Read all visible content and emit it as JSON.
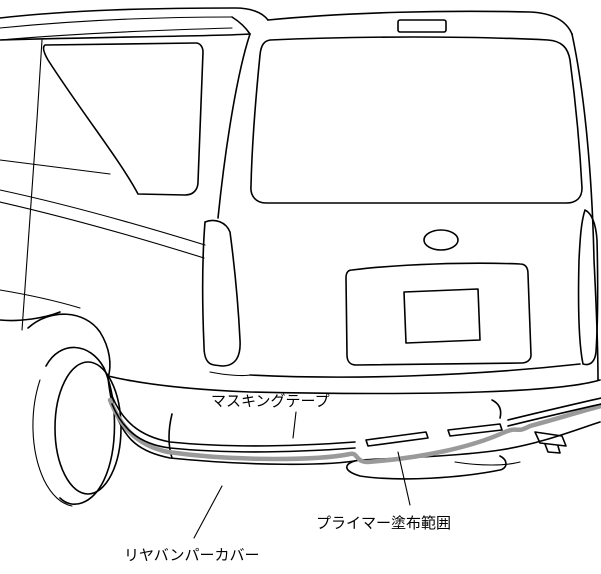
{
  "labels": {
    "masking_tape": "マスキングテープ",
    "primer_area": "プライマー塗布範囲",
    "rear_bumper_cover": "リヤバンパーカバー"
  },
  "colors": {
    "outline": "#000000",
    "primer_band": "#9a9a9a",
    "background": "#ffffff"
  }
}
